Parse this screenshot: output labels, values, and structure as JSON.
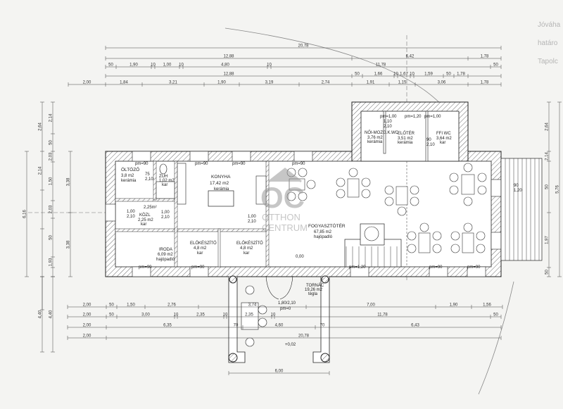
{
  "side_text": [
    "Jóváha",
    "határo",
    "Tapolc"
  ],
  "rooms": [
    {
      "name": "ÖLTÖZŐ",
      "area": "3,8 m2",
      "floor": "kerámia"
    },
    {
      "name": "ZUH",
      "area": "1,02 m2",
      "floor": "kar"
    },
    {
      "name": "KONYHA",
      "area": "17,42 m2",
      "floor": "kerámia"
    },
    {
      "name": "KÖZL",
      "area": "2,25 m2",
      "floor": "kar"
    },
    {
      "name": "IRODA",
      "area": "6,09 m2",
      "floor": "hajópadló"
    },
    {
      "name": "ELŐKÉSZÍTŐ",
      "area": "4,8 m2",
      "floor": "kar"
    },
    {
      "name": "ELŐKÉSZÍTŐ",
      "area": "4,8 m2",
      "floor": "kar"
    },
    {
      "name": "FOGYASZTÓTÉR",
      "area": "67,85 m2",
      "floor": "hajópadló"
    },
    {
      "name": "NŐI-MOZG.K.WC",
      "area": "3,76 m2",
      "floor": "kerámia"
    },
    {
      "name": "ELŐTÉR",
      "area": "3,51 m2",
      "floor": "kerámia"
    },
    {
      "name": "FFI WC",
      "area": "3,64 m2",
      "floor": "kar"
    },
    {
      "name": "TORNÁC",
      "area": "19,26 m2",
      "floor": "tégla"
    }
  ],
  "annotations": [
    "pm=90",
    "pm=90",
    "pm=90",
    "pm=90",
    "pm=90",
    "pm=90",
    "pm=90",
    "pm=90",
    "pm=1,20",
    "pm=1,00",
    "pm=1,20",
    "pm=1,00",
    "1,00",
    "2,10",
    "1,00",
    "2,10",
    "1,00",
    "2,10",
    "75",
    "2,10",
    "2,25m²",
    "0,00",
    "+0,02",
    "1,80/2,10",
    "pm=0",
    "1,10",
    "2,10",
    "90",
    "2,10",
    "90",
    "1,20"
  ],
  "dims_top": [
    [
      "20,78"
    ],
    [
      "12,88",
      "6,42",
      "1,78"
    ],
    [
      "50",
      "1,90",
      "10",
      "1,00",
      "10",
      "4,80",
      "10",
      "11,78",
      "50"
    ],
    [
      "12,88",
      "50",
      "1,66",
      "10",
      "1,67",
      "10",
      "1,59",
      "50",
      "1,78"
    ],
    [
      "2,00",
      "1,84",
      "3,21",
      "1,90",
      "3,19",
      "2,74",
      "1,91",
      "1,15",
      "3,06",
      "1,78"
    ]
  ],
  "dims_bottom": [
    [
      "2,00",
      "50",
      "1,50",
      "2,76",
      "3,74",
      "7,00",
      "1,90",
      "1,56"
    ],
    [
      "2,00",
      "50",
      "3,00",
      "10",
      "2,35",
      "10",
      "2,35",
      "10",
      "11,78",
      "50"
    ],
    [
      "2,00",
      "6,35",
      "70",
      "4,60",
      "70",
      "6,43"
    ],
    [
      "2,00",
      "20,78"
    ],
    [
      "6,00"
    ]
  ],
  "dims_left": [
    "2,64",
    "2,14",
    "50",
    "2,03",
    "1,50",
    "2,03",
    "50",
    "1,93",
    "3,38",
    "3,38",
    "6,16",
    "4,40",
    "4,40"
  ],
  "dims_right": [
    "2,64",
    "2,14",
    "50",
    "1,97",
    "50",
    "5,76",
    "1,97",
    "50"
  ],
  "watermark": {
    "logo": "OC",
    "line1": "OTTHON",
    "line2": "CENTRUM"
  }
}
